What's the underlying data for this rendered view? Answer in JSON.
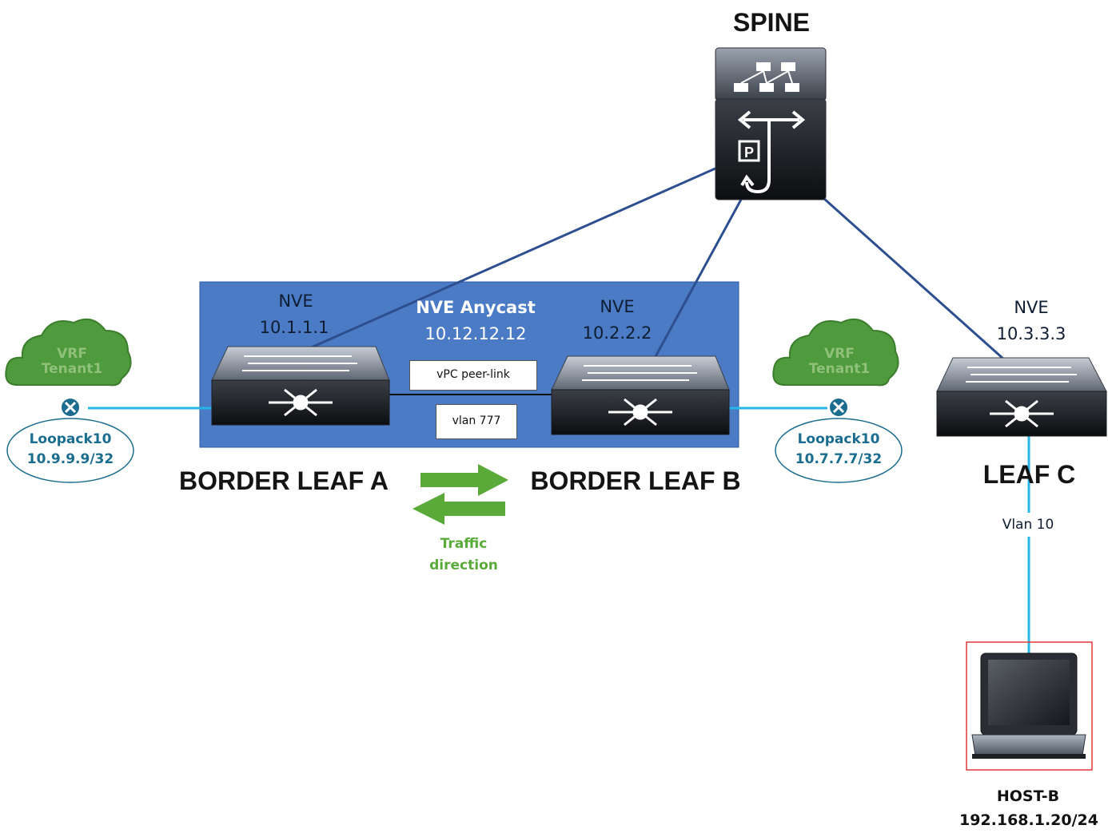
{
  "spine": {
    "label": "SPINE"
  },
  "anycast": {
    "title": "NVE Anycast",
    "ip": "10.12.12.12"
  },
  "leaf_a": {
    "nve": "NVE",
    "ip": "10.1.1.1",
    "name": "BORDER LEAF A"
  },
  "leaf_b": {
    "nve": "NVE",
    "ip": "10.2.2.2",
    "name": "BORDER LEAF B"
  },
  "leaf_c": {
    "nve": "NVE",
    "ip": "10.3.3.3",
    "name": "LEAF C",
    "vlan": "Vlan 10"
  },
  "peer_link": {
    "label": "vPC peer-link",
    "vlan": "vlan 777"
  },
  "vrf_left": {
    "line1": "VRF",
    "line2": "Tenant1",
    "loopback": "Loopack10",
    "ip": "10.9.9.9/32"
  },
  "vrf_right": {
    "line1": "VRF",
    "line2": "Tenant1",
    "loopback": "Loopack10",
    "ip": "10.7.7.7/32"
  },
  "traffic": {
    "line1": "Traffic",
    "line2": "direction"
  },
  "host": {
    "name": "HOST-B",
    "ip": "192.168.1.20/24"
  },
  "colors": {
    "vpc_box": "#4a7bc4",
    "link": "#2d4f8f",
    "access_link": "#27b5e8",
    "cloud": "#4e9a3c",
    "arrow": "#5aaa3a",
    "host_frame": "#e03a3a"
  }
}
